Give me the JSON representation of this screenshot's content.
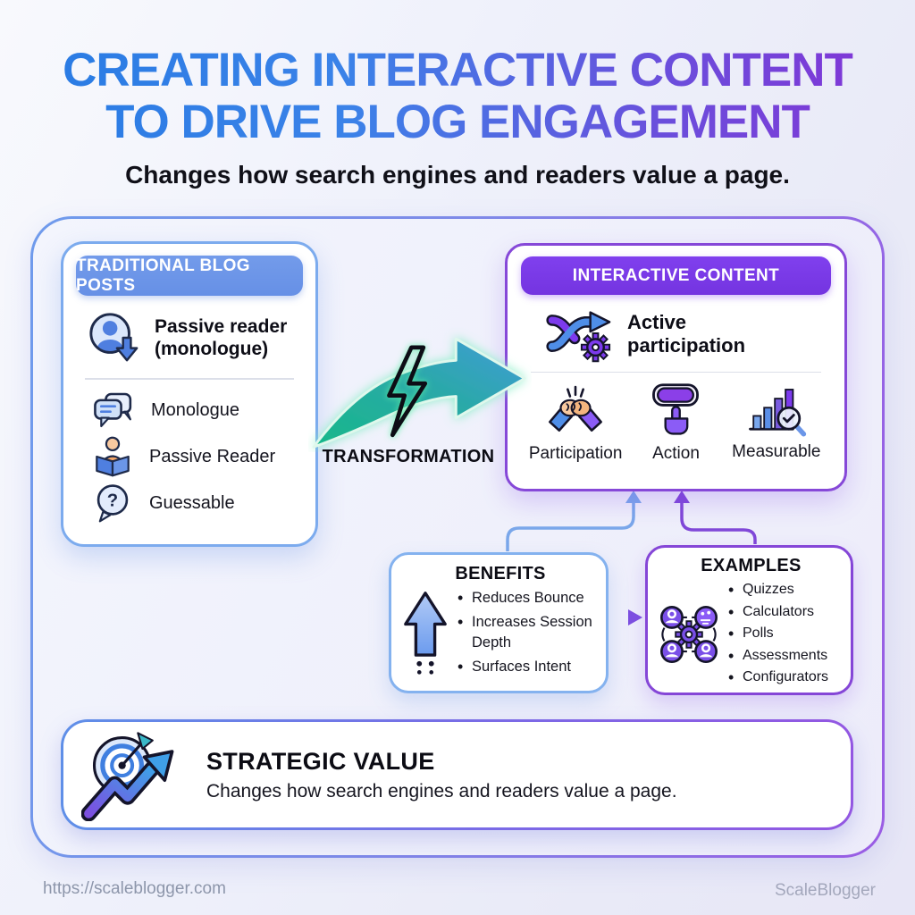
{
  "header": {
    "title_line1": "CREATING INTERACTIVE CONTENT",
    "title_line2": "TO DRIVE BLOG ENGAGEMENT",
    "subtitle": "Changes how search engines and readers value a page."
  },
  "traditional": {
    "header": "TRADITIONAL BLOG POSTS",
    "feature": {
      "line1": "Passive reader",
      "line2": "(monologue)",
      "icon": "passive-user-down-arrow-icon"
    },
    "items": [
      {
        "label": "Monologue",
        "icon": "chat-bubbles-icon"
      },
      {
        "label": "Passive Reader",
        "icon": "person-reading-book-icon"
      },
      {
        "label": "Guessable",
        "icon": "question-bubble-icon"
      }
    ]
  },
  "transformation": {
    "label": "TRANSFORMATION",
    "icon": "lightning-swoosh-arrow-icon"
  },
  "interactive": {
    "header": "INTERACTIVE CONTENT",
    "feature": {
      "line1": "Active",
      "line2": "participation",
      "icon": "shuffle-gear-icon"
    },
    "items": [
      {
        "label": "Participation",
        "icon": "clasped-hands-icon"
      },
      {
        "label": "Action",
        "icon": "paint-roller-hand-icon"
      },
      {
        "label": "Measurable",
        "icon": "bar-chart-magnifier-icon"
      }
    ]
  },
  "benefits": {
    "title": "BENEFITS",
    "icon": "up-arrow-icon",
    "items": [
      "Reduces Bounce",
      "Increases Session Depth",
      "Surfaces Intent"
    ]
  },
  "examples": {
    "title": "EXAMPLES",
    "icon": "users-around-gear-icon",
    "items": [
      "Quizzes",
      "Calculators",
      "Polls",
      "Assessments",
      "Configurators"
    ]
  },
  "strategic": {
    "title": "STRATEGIC VALUE",
    "description": "Changes how search engines and readers value a page.",
    "icon": "target-growth-arrow-icon"
  },
  "footer": {
    "url": "https://scaleblogger.com",
    "brand": "ScaleBlogger"
  },
  "colors": {
    "title_gradient_start": "#2a7ce4",
    "title_gradient_end": "#8136d6",
    "blue_accent": "#6b96e8",
    "purple_accent": "#7c3aed",
    "arrow_green": "#17b889",
    "arrow_blue": "#419bd8",
    "frame_border_left": "#6f9bec",
    "frame_border_right": "#9a5ce4"
  }
}
